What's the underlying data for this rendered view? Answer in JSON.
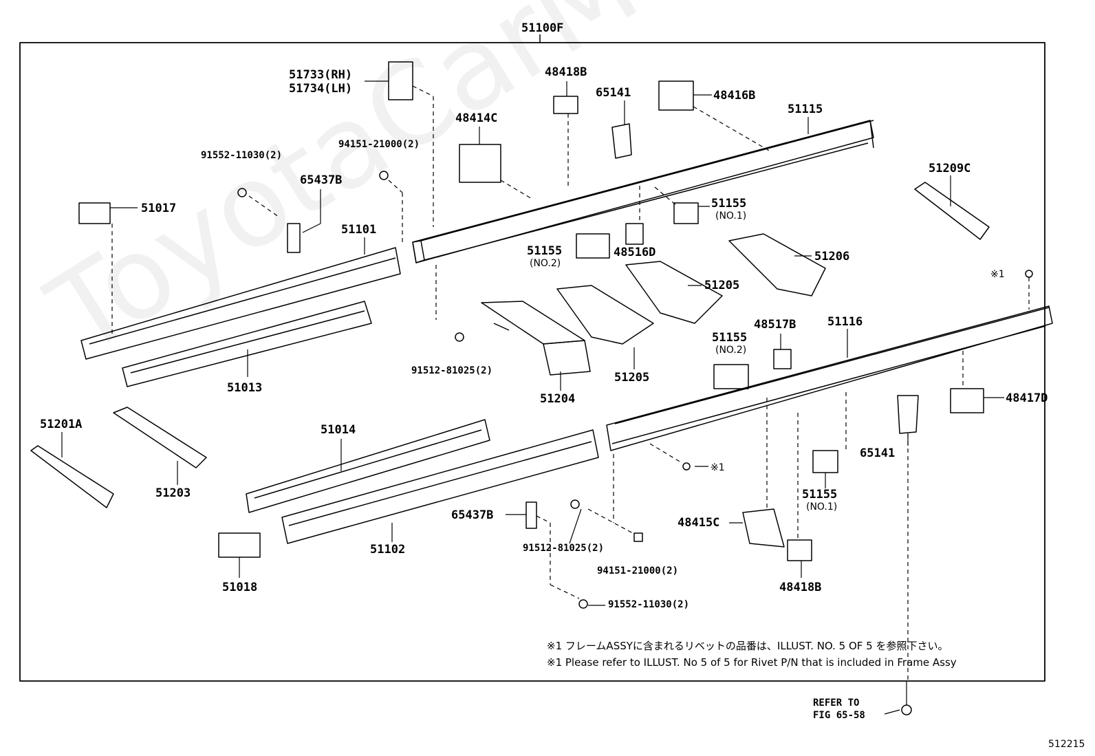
{
  "watermark": "ToyotaCarMine.ru",
  "figure_id": "512215",
  "assembly_label": "51100F",
  "labels": {
    "p51733": "51733(RH)",
    "p51734": "51734(LH)",
    "p48418B_top": "48418B",
    "p65141_top": "65141",
    "p48416B": "48416B",
    "p51115": "51115",
    "p48414C": "48414C",
    "p91552_top": "91552-11030(2)",
    "p94151_top": "94151-21000(2)",
    "p65437B_top": "65437B",
    "p51017": "51017",
    "p51209C": "51209C",
    "p51155_no1_top": "51155",
    "no1_top": "(NO.1)",
    "p51101": "51101",
    "p51155_no2_top": "51155",
    "no2_top": "(NO.2)",
    "p48516D": "48516D",
    "p51206": "51206",
    "star1_top": "※1",
    "p51205_top": "51205",
    "p51116": "51116",
    "p48517B": "48517B",
    "p51155_no2_mid": "51155",
    "no2_mid": "(NO.2)",
    "p91512_mid": "91512-81025(2)",
    "p51205_bot": "51205",
    "p51013": "51013",
    "p51204": "51204",
    "p48417D": "48417D",
    "p51201A": "51201A",
    "p51014": "51014",
    "p65141_bot": "65141",
    "star1_mid": "※1",
    "p51203": "51203",
    "p51155_no1_bot": "51155",
    "no1_bot": "(NO.1)",
    "p65437B_bot": "65437B",
    "p48415C": "48415C",
    "p51102": "51102",
    "p91512_bot": "91512-81025(2)",
    "p94151_bot": "94151-21000(2)",
    "p51018": "51018",
    "p48418B_bot": "48418B",
    "p91552_bot": "91552-11030(2)"
  },
  "notes": {
    "jp": "※1 フレームASSYに含まれるリベットの品番は、ILLUST. NO. 5  OF  5 を参照下さい。",
    "en": "※1 Please refer to ILLUST. No 5 of 5 for Rivet P/N that is included in Frame Assy"
  },
  "refer": {
    "line1": "REFER TO",
    "line2": "FIG 65-58"
  }
}
